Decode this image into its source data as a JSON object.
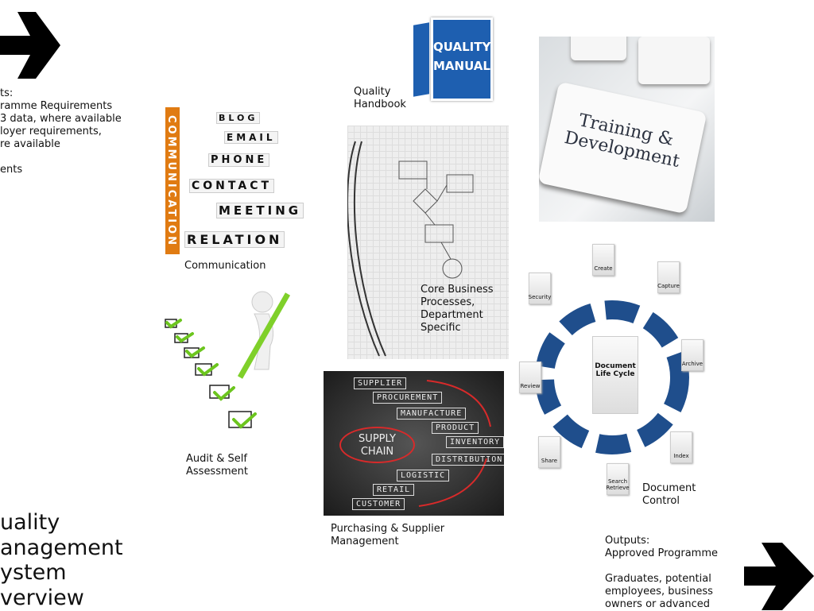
{
  "left": {
    "inputs_lines": [
      "ts:",
      "ramme Requirements",
      "3 data, where available",
      "loyer requirements,",
      "re available",
      "",
      "ents"
    ],
    "title_lines": [
      "uality",
      "anagement",
      "ystem",
      "verview"
    ]
  },
  "quality": {
    "label": "Quality\nHandbook",
    "sign_line1": "QUALITY",
    "sign_line2": "MANUAL"
  },
  "training": {
    "key_text_line1": "Training &",
    "key_text_line2": "Development"
  },
  "communication": {
    "label": "Communication",
    "words": [
      "BLOG",
      "EMAIL",
      "PHONE",
      "CONTACT",
      "MEETING",
      "RELATION"
    ],
    "vertical": "COMMUNICATION"
  },
  "core": {
    "label": "Core Business\nProcesses,\nDepartment\nSpecific"
  },
  "audit": {
    "label": "Audit & Self\nAssessment"
  },
  "supply": {
    "label": "Purchasing & Supplier\nManagement",
    "center": "SUPPLY\nCHAIN",
    "chips": [
      "SUPPLIER",
      "PROCUREMENT",
      "MANUFACTURE",
      "PRODUCT",
      "INVENTORY",
      "DISTRIBUTION",
      "LOGISTIC",
      "RETAIL",
      "CUSTOMER"
    ]
  },
  "doc_lifecycle": {
    "label": "Document\nControl",
    "center": "Document\nLife Cycle",
    "stages": [
      "Create",
      "Capture",
      "Archive",
      "Index",
      "Search\nRetrieve",
      "Share",
      "Review",
      "Security"
    ],
    "arrow_color": "#1f4e8c"
  },
  "outputs": {
    "lines": [
      "Outputs:",
      "Approved Programme",
      "",
      "Graduates, potential",
      "employees, business",
      "owners or advanced"
    ]
  }
}
